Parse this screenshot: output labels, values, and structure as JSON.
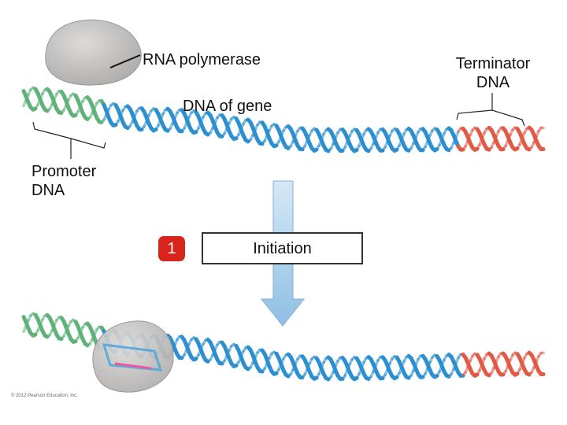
{
  "labels": {
    "rna_polymerase": "RNA polymerase",
    "terminator_line1": "Terminator",
    "terminator_line2": "DNA",
    "dna_of_gene": "DNA of gene",
    "promoter_line1": "Promoter",
    "promoter_line2": "DNA"
  },
  "step": {
    "number": "1",
    "name": "Initiation"
  },
  "copyright": "© 2012 Pearson Education, Inc.",
  "colors": {
    "promoter_dna": "#5fb27a",
    "gene_dna": "#2b8fd0",
    "terminator_dna": "#e05a45",
    "rna_polymerase": "#c9c8c6",
    "arrow": "#a9cdea",
    "step_badge": "#d7251b",
    "rna_transcript": "#e85aa0"
  }
}
